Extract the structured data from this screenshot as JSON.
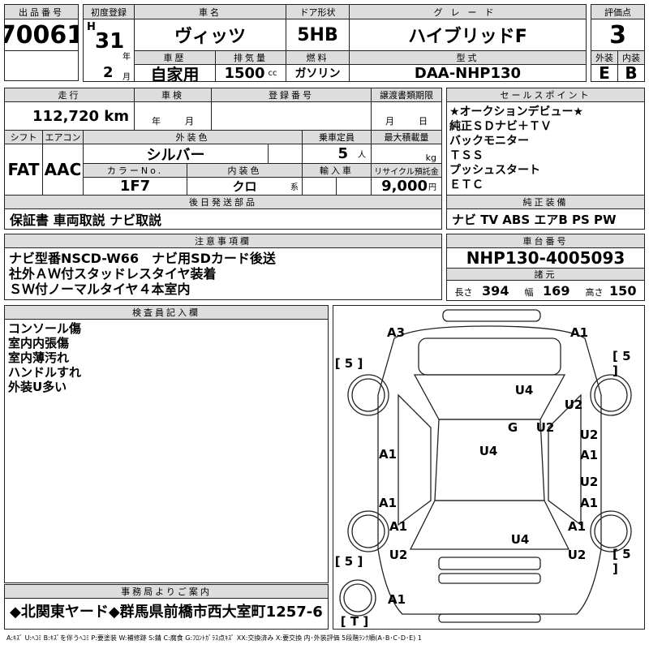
{
  "header": {
    "lot_label": "出品番号",
    "lot": "70061",
    "first_reg_label": "初度登録",
    "era": "H",
    "year": "31",
    "year_unit": "年",
    "month": "2",
    "month_unit": "月",
    "name_label": "車名",
    "name": "ヴィッツ",
    "door_label": "ドア形状",
    "door": "5HB",
    "grade_label": "グレード",
    "grade": "ハイブリッドF",
    "history_label": "車歴",
    "history": "自家用",
    "displacement_label": "排気量",
    "displacement": "1500",
    "displacement_unit": "cc",
    "fuel_label": "燃料",
    "fuel": "ガソリン",
    "model_label": "型式",
    "model": "DAA-NHP130",
    "score_label": "評価点",
    "score": "3",
    "ext_label": "外装",
    "int_label": "内装",
    "ext": "E",
    "int": "B"
  },
  "info": {
    "mileage_label": "走行",
    "mileage": "112,720 km",
    "inspection_label": "車検",
    "inspection_year": "年",
    "inspection_month": "月",
    "reg_no_label": "登録番号",
    "transfer_label": "譲渡書類期限",
    "transfer_month": "月",
    "transfer_day": "日",
    "shift_label": "シフト",
    "shift": "FAT",
    "ac_label": "エアコン",
    "ac": "AAC",
    "color_label": "外装色",
    "color": "シルバー",
    "capacity_label": "乗車定員",
    "capacity": "5",
    "capacity_unit": "人",
    "load_label": "最大積載量",
    "load_unit": "kg",
    "color_no_label": "カラーNo.",
    "color_no": "1F7",
    "interior_label": "内装色",
    "interior": "クロ",
    "interior_unit": "系",
    "import_label": "輸入車",
    "recycle_label": "リサイクル預託金",
    "recycle": "9,000",
    "recycle_unit": "円",
    "parts_label": "後日発送部品",
    "parts": "保証書 車両取説 ナビ取説"
  },
  "sales": {
    "label": "セールスポイント",
    "items": [
      "★オークションデビュー★",
      "純正ＳＤナビ＋ＴＶ",
      "バックモニター",
      "ＴＳＳ",
      "プッシュスタート",
      "ＥＴＣ"
    ],
    "equip_label": "純正装備",
    "equip": "ナビ TV ABS エアB PS PW"
  },
  "notes": {
    "label": "注意事項欄",
    "lines": [
      "ナビ型番NSCD-W66　ナビ用SDカード後送",
      "社外ＡＷ付スタッドレスタイヤ装着",
      "ＳＷ付ノーマルタイヤ４本室内"
    ]
  },
  "chassis": {
    "label": "車台番号",
    "value": "NHP130-4005093",
    "spec_label": "諸元",
    "length_label": "長さ",
    "length": "394",
    "width_label": "幅",
    "width": "169",
    "height_label": "高さ",
    "height": "150"
  },
  "inspector": {
    "label": "検査員記入欄",
    "lines": [
      "コンソール傷",
      "室内内張傷",
      "室内薄汚れ",
      "ハンドルすれ",
      "外装U多い"
    ]
  },
  "diagram": {
    "marks": [
      "A3",
      "A1",
      "[ 5 ]",
      "[ 5 ]",
      "U4",
      "U2",
      "G",
      "U2",
      "U2",
      "A1",
      "U4",
      "A1",
      "U2",
      "A1",
      "A1",
      "A1",
      "A1",
      "U4",
      "[ 5 ]",
      "[ 5 ]",
      "U2",
      "U2",
      "A1",
      "[ T ]"
    ]
  },
  "office": {
    "label": "事務局よりご案内",
    "text": "◆北関東ヤード◆群馬県前橋市西大室町1257-6"
  },
  "legend": "A:ｷｽﾞ U:ﾍｺﾐ B:ｷｽﾞを伴うﾍｺﾐ P:要塗装 W:補修跡 S:錆 C:腐食 G:ﾌﾛﾝﾄｶﾞﾗｽ点ｷｽﾞ XX:交換済み X:要交換 内･外装評価 5段階ﾗﾝｸ順(A･B･C･D･E) 1"
}
